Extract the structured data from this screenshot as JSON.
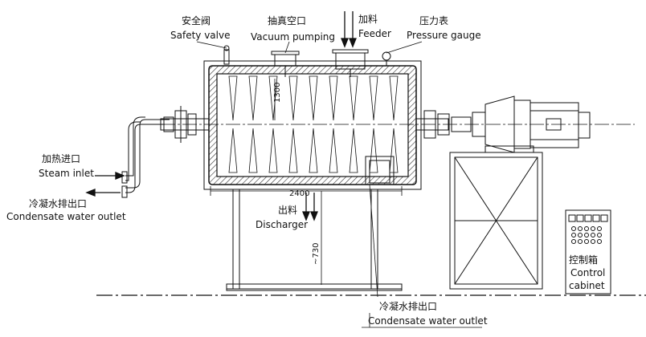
{
  "labels": {
    "safety_valve_cn": "安全阀",
    "safety_valve_en": "Safety valve",
    "vacuum_cn": "抽真空口",
    "vacuum_en": "Vacuum pumping",
    "feeder_cn": "加料",
    "feeder_en": "Feeder",
    "pressure_cn": "压力表",
    "pressure_en": "Pressure gauge",
    "steam_cn": "加热进口",
    "steam_en": "Steam inlet",
    "condensate_left_cn": "冷凝水排出口",
    "condensate_left_en": "Condensate water outlet",
    "discharger_cn": "出料",
    "discharger_en": "Discharger",
    "cabinet_cn": "控制箱",
    "cabinet_en1": "Control",
    "cabinet_en2": "cabinet",
    "condensate_bottom_cn": "冷凝水排出口",
    "condensate_bottom_en": "Condensate water outlet"
  },
  "dimensions": {
    "length": "2400",
    "height_bottom": "~730",
    "blade_dim": "1300"
  },
  "colors": {
    "line": "#111111",
    "hatch": "#333333",
    "background": "#ffffff"
  }
}
